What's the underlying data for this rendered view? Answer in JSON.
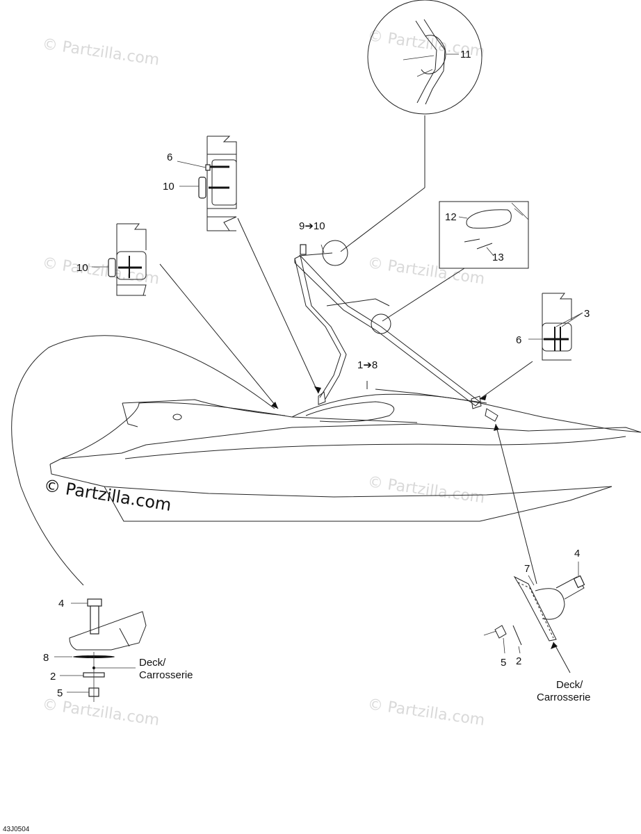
{
  "watermark": "© Partzilla.com",
  "watermark_main": "© Partzilla.com",
  "drawing_code": "43J0504",
  "callouts": {
    "c11": "11",
    "c6_top": "6",
    "c10_top": "10",
    "c9_10": "9➔10",
    "c12": "12",
    "c13": "13",
    "c10_left": "10",
    "c3": "3",
    "c6_right": "6",
    "c1_8": "1➔8",
    "c4_left": "4",
    "c8": "8",
    "c2_left": "2",
    "c5_left": "5",
    "deck_left_1": "Deck/",
    "deck_left_2": "Carrosserie",
    "c4_right": "4",
    "c7": "7",
    "c5_right": "5",
    "c2_right": "2",
    "deck_right_1": "Deck/",
    "deck_right_2": "Carrosserie"
  }
}
